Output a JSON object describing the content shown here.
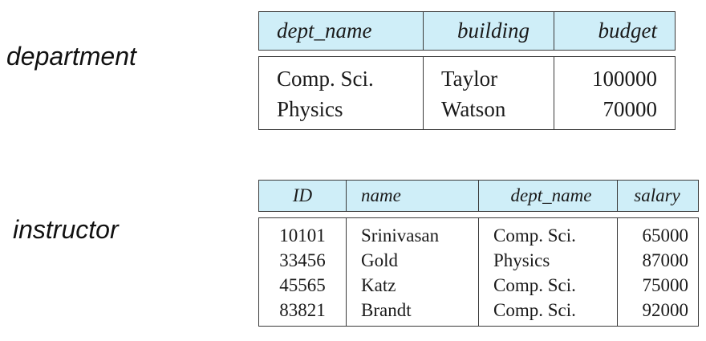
{
  "relations": [
    {
      "label": "department",
      "columns": [
        "dept_name",
        "building",
        "budget"
      ],
      "rows": [
        [
          "Comp. Sci.",
          "Taylor",
          "100000"
        ],
        [
          "Physics",
          "Watson",
          "70000"
        ]
      ]
    },
    {
      "label": "instructor",
      "columns": [
        "ID",
        "name",
        "dept_name",
        "salary"
      ],
      "rows": [
        [
          "10101",
          "Srinivasan",
          "Comp. Sci.",
          "65000"
        ],
        [
          "33456",
          "Gold",
          "Physics",
          "87000"
        ],
        [
          "45565",
          "Katz",
          "Comp. Sci.",
          "75000"
        ],
        [
          "83821",
          "Brandt",
          "Comp. Sci.",
          "92000"
        ]
      ]
    }
  ],
  "colors": {
    "header_background": "#cfeef8",
    "border": "#3a3a3a"
  }
}
